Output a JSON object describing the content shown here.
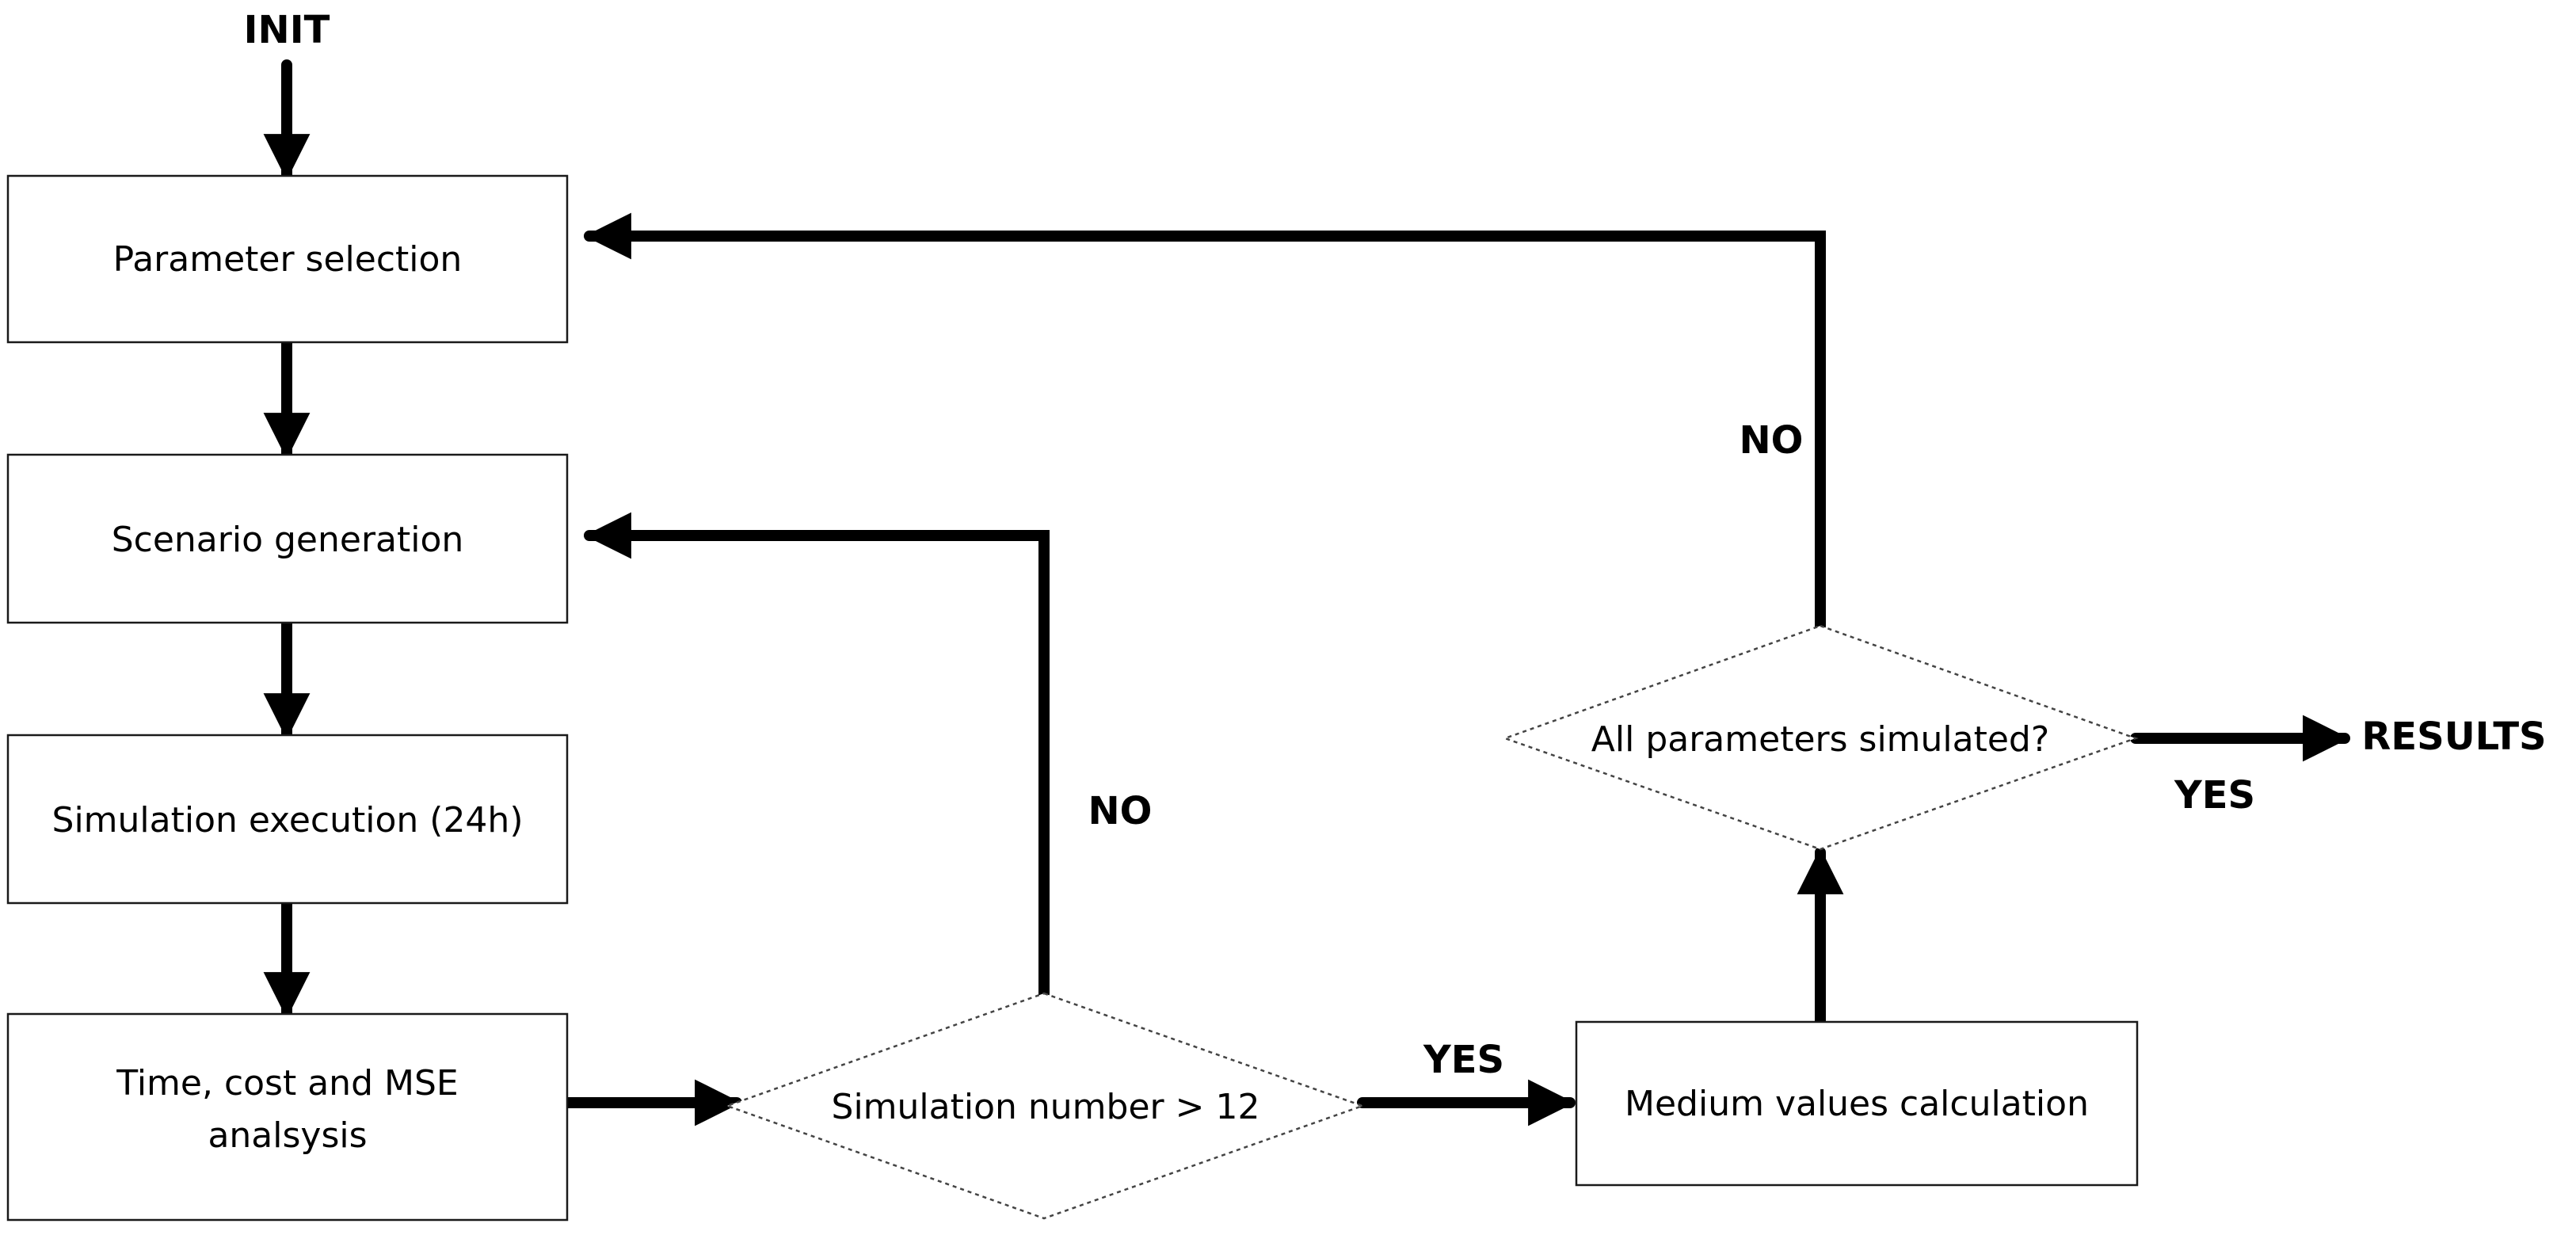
{
  "diagram": {
    "start_label": "INIT",
    "end_label": "RESULTS",
    "nodes": {
      "parameter_selection": "Parameter selection",
      "scenario_generation": "Scenario generation",
      "simulation_execution": "Simulation execution (24h)",
      "analysis_line1": "Time, cost and MSE",
      "analysis_line2": "analsysis",
      "decision_simulation_number": "Simulation number > 12",
      "medium_values": "Medium values calculation",
      "decision_all_parameters": "All parameters simulated?"
    },
    "edge_labels": {
      "sim_number_no": "NO",
      "sim_number_yes": "YES",
      "all_params_no": "NO",
      "all_params_yes": "YES"
    }
  }
}
